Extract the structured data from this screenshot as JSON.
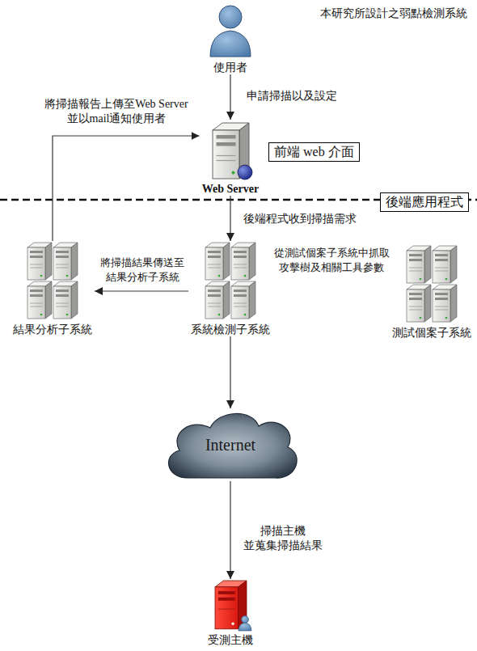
{
  "diagram": {
    "title": "本研究所設計之弱點檢測系統",
    "nodes": [
      {
        "text": [
          "使用者"
        ]
      },
      {
        "text": [
          "Web Server"
        ]
      },
      {
        "text": [
          "前端 web 介面"
        ]
      },
      {
        "text": [
          "後端應用程式"
        ]
      },
      {
        "text": [
          "結果分析子系統"
        ]
      },
      {
        "text": [
          "系統檢測子系統"
        ]
      },
      {
        "text": [
          "測試個案子系統"
        ]
      },
      {
        "text": [
          "Internet"
        ]
      },
      {
        "text": [
          "受測主機"
        ]
      }
    ],
    "edges": [
      {
        "from": 0,
        "to": 1,
        "label": "申請掃描以及設定",
        "arrow": "to"
      },
      {
        "from": 1,
        "to": 5,
        "label": "後端程式收到掃描需求",
        "arrow": "to"
      },
      {
        "from": 6,
        "to": 5,
        "label": "從測試個案子系統中抓取 攻擊樹及相關工具參數",
        "arrow": "to"
      },
      {
        "from": 5,
        "to": 4,
        "label": "將掃描結果傳送至 結果分析子系統",
        "arrow": "to"
      },
      {
        "from": 4,
        "to": 1,
        "label": "將掃描報告上傳至Web Server 並以mail通知使用者",
        "arrow": "to"
      },
      {
        "from": 5,
        "to": 7,
        "arrow": "to"
      },
      {
        "from": 7,
        "to": 8,
        "label": "掃描主機 並蒐集掃描結果",
        "arrow": "to"
      }
    ]
  }
}
